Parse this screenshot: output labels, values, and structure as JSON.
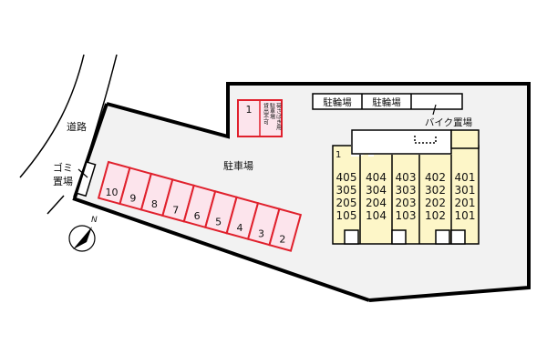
{
  "labels": {
    "road": "道路",
    "garbage_line1": "ゴミ",
    "garbage_line2": "置場",
    "parking": "駐車場",
    "bicycle_1": "駐輪場",
    "bicycle_2": "駐輪場",
    "motorbike": "バイク置場",
    "compass": "N"
  },
  "special_slot": {
    "number": "1",
    "note_cols": [
      "荷さばき用",
      "駐車場",
      "貸出不可"
    ]
  },
  "parking_slots": [
    "10",
    "9",
    "8",
    "7",
    "6",
    "5",
    "4",
    "3",
    "2"
  ],
  "building": {
    "stair_label": "1",
    "columns": [
      [
        "405",
        "305",
        "205",
        "105"
      ],
      [
        "404",
        "304",
        "204",
        "104"
      ],
      [
        "403",
        "303",
        "203",
        "103"
      ],
      [
        "402",
        "302",
        "202",
        "102"
      ],
      [
        "401",
        "301",
        "201",
        "101"
      ]
    ]
  },
  "colors": {
    "lot": "#f2f2f2",
    "slot_fill": "#fce4ec",
    "slot_stroke": "#e0202c",
    "building": "#fdf6c8"
  }
}
